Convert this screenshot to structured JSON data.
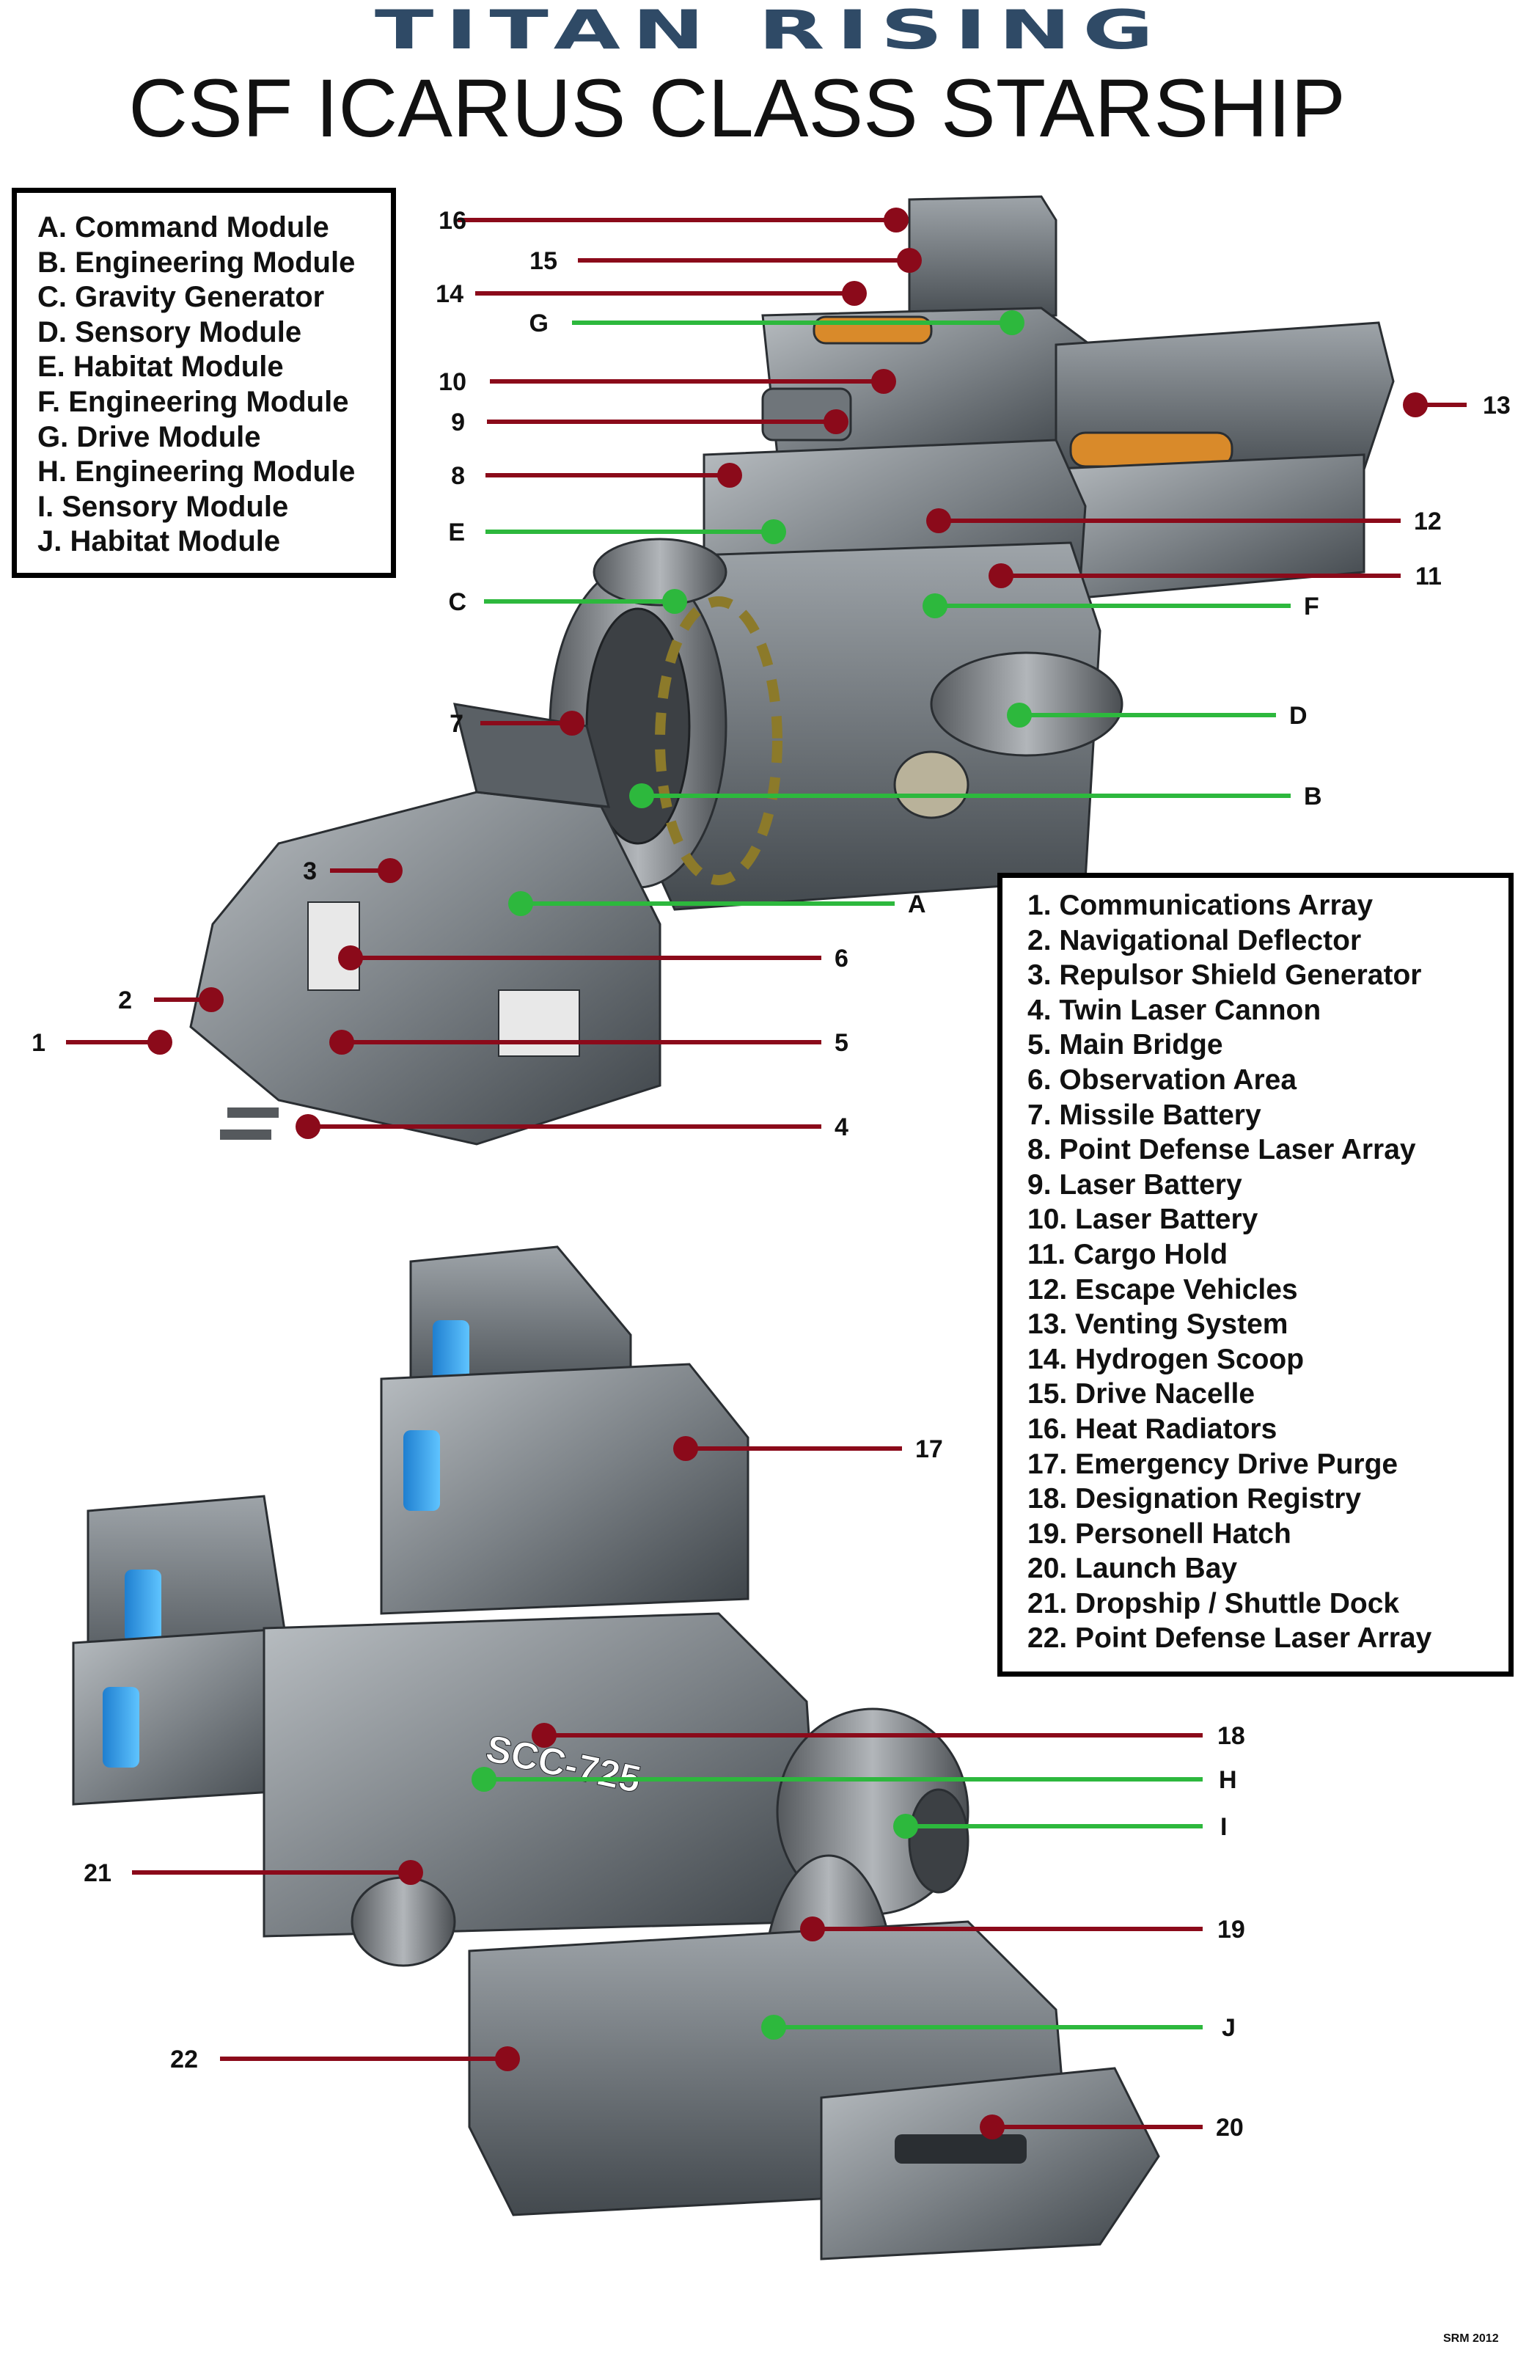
{
  "header": {
    "logo_text": "TITAN RISING",
    "title": "CSF ICARUS CLASS STARSHIP"
  },
  "legend_modules": [
    "A. Command Module",
    "B. Engineering Module",
    "C. Gravity Generator",
    "D. Sensory Module",
    "E. Habitat Module",
    "F. Engineering Module",
    "G. Drive Module",
    "H. Engineering Module",
    "I. Sensory Module",
    "J. Habitat Module"
  ],
  "legend_systems": [
    "1. Communications Array",
    "2. Navigational Deflector",
    "3. Repulsor Shield Generator",
    "4. Twin Laser Cannon",
    "5. Main Bridge",
    "6. Observation Area",
    "7. Missile Battery",
    "8. Point Defense Laser Array",
    "9. Laser Battery",
    "10. Laser Battery",
    "11. Cargo Hold",
    "12. Escape Vehicles",
    "13. Venting System",
    "14. Hydrogen Scoop",
    "15. Drive Nacelle",
    "16. Heat Radiators",
    "17. Emergency Drive Purge",
    "18. Designation Registry",
    "19. Personell Hatch",
    "20. Launch Bay",
    "21. Dropship / Shuttle Dock",
    "22. Point Defense Laser Array"
  ],
  "hull_registry": "SCC-725",
  "credit": "SRM 2012",
  "colors": {
    "system_callout": "#8b0a1a",
    "module_callout": "#2db83d",
    "hull_light": "#a7acb0",
    "hull_dark": "#3a3f44",
    "logo": "#2f4a66",
    "radiator_glow": "#2aa3ff"
  },
  "callouts": [
    {
      "label": "16",
      "type": "system"
    },
    {
      "label": "15",
      "type": "system"
    },
    {
      "label": "14",
      "type": "system"
    },
    {
      "label": "G",
      "type": "module"
    },
    {
      "label": "10",
      "type": "system"
    },
    {
      "label": "9",
      "type": "system"
    },
    {
      "label": "8",
      "type": "system"
    },
    {
      "label": "E",
      "type": "module"
    },
    {
      "label": "C",
      "type": "module"
    },
    {
      "label": "7",
      "type": "system"
    },
    {
      "label": "3",
      "type": "system"
    },
    {
      "label": "2",
      "type": "system"
    },
    {
      "label": "1",
      "type": "system"
    },
    {
      "label": "13",
      "type": "system"
    },
    {
      "label": "12",
      "type": "system"
    },
    {
      "label": "11",
      "type": "system"
    },
    {
      "label": "F",
      "type": "module"
    },
    {
      "label": "D",
      "type": "module"
    },
    {
      "label": "B",
      "type": "module"
    },
    {
      "label": "A",
      "type": "module"
    },
    {
      "label": "6",
      "type": "system"
    },
    {
      "label": "5",
      "type": "system"
    },
    {
      "label": "4",
      "type": "system"
    },
    {
      "label": "17",
      "type": "system"
    },
    {
      "label": "18",
      "type": "system"
    },
    {
      "label": "H",
      "type": "module"
    },
    {
      "label": "I",
      "type": "module"
    },
    {
      "label": "21",
      "type": "system"
    },
    {
      "label": "19",
      "type": "system"
    },
    {
      "label": "J",
      "type": "module"
    },
    {
      "label": "22",
      "type": "system"
    },
    {
      "label": "20",
      "type": "system"
    }
  ]
}
